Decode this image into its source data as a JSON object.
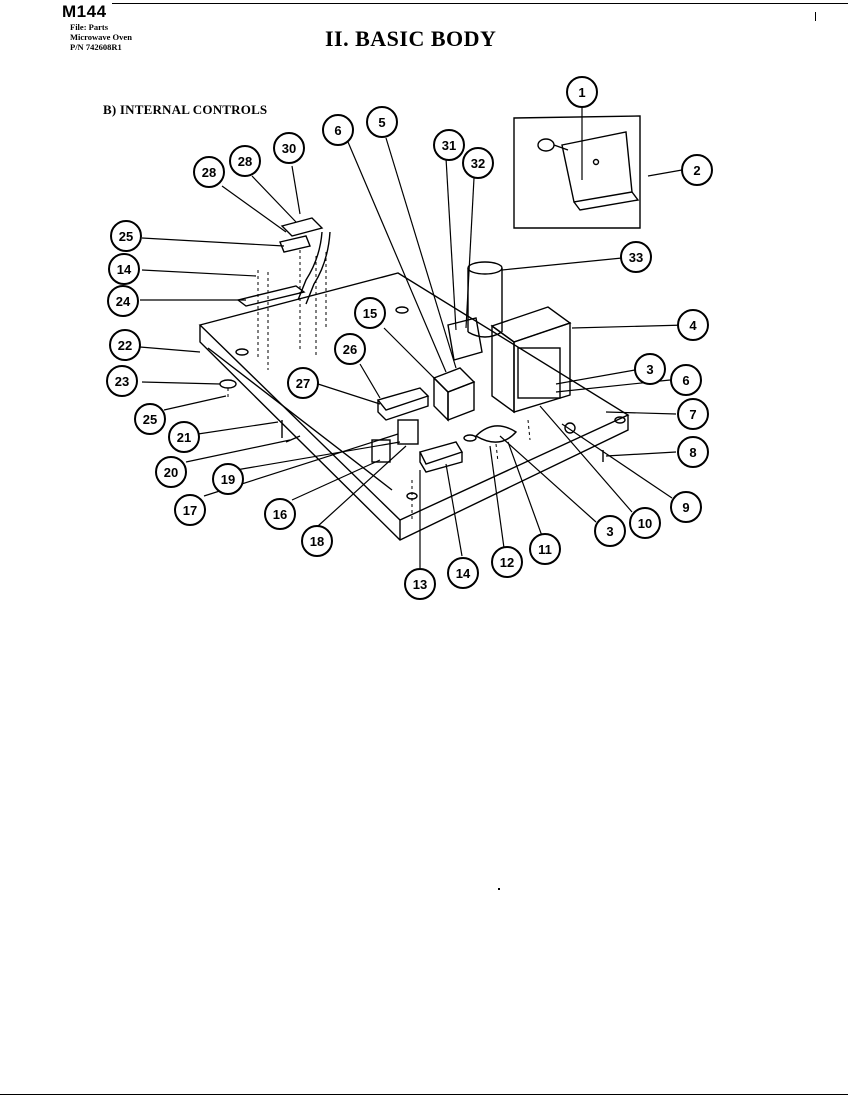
{
  "header": {
    "model": "M144",
    "file_line": "File: Parts",
    "product_line": "Microwave Oven",
    "part_number_line": "P/N 742608R1"
  },
  "page_title": "II. BASIC BODY",
  "section_title": "B) INTERNAL CONTROLS",
  "callouts": [
    "1",
    "2",
    "3",
    "3",
    "4",
    "5",
    "6",
    "6",
    "7",
    "8",
    "9",
    "10",
    "11",
    "12",
    "13",
    "14",
    "14",
    "15",
    "16",
    "17",
    "18",
    "19",
    "20",
    "21",
    "22",
    "23",
    "24",
    "25",
    "25",
    "26",
    "27",
    "28",
    "28",
    "30",
    "31",
    "32",
    "33"
  ],
  "colors": {
    "ink": "#000000",
    "paper": "#ffffff"
  }
}
